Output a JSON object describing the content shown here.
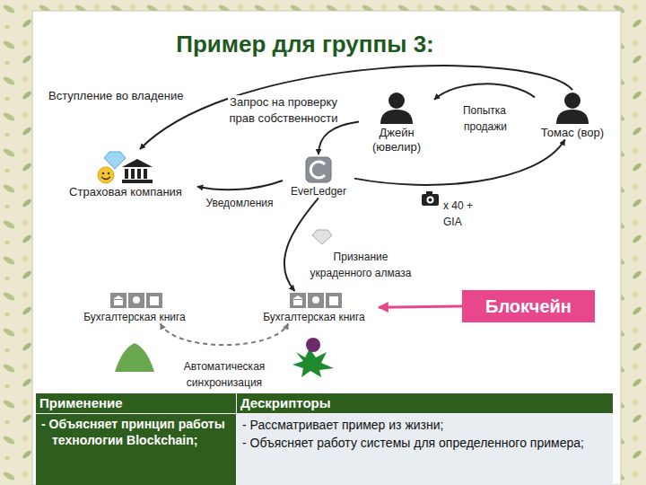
{
  "diagram": {
    "title": "Пример для группы 3:",
    "nodes": [
      {
        "text": [
          "Страховая компания"
        ]
      },
      {
        "text": [
          "Джейн (ювелир)"
        ]
      },
      {
        "text": [
          "Томас (вор)"
        ]
      },
      {
        "text": [
          "EverLedger"
        ]
      },
      {
        "text": [
          "Бухгалтерская книга"
        ]
      },
      {
        "text": [
          "Бухгалтерская книга"
        ]
      },
      {
        "text": [
          "Блокчейн"
        ]
      }
    ],
    "edges": [
      {
        "from": 2,
        "to": 0,
        "label": "Вступление во владение",
        "arrow": "to"
      },
      {
        "from": 1,
        "to": 3,
        "label": "Запрос на проверку прав собственности",
        "arrow": "to"
      },
      {
        "from": 2,
        "to": 1,
        "label": "Попытка продажи",
        "arrow": "to"
      },
      {
        "from": 3,
        "to": 0,
        "label": "Уведомления",
        "arrow": "to"
      },
      {
        "from": 3,
        "to": 2,
        "arrow": "to"
      },
      {
        "from": 3,
        "to": 5,
        "label": "Признание украденного алмаза",
        "arrow": "to"
      },
      {
        "from": 4,
        "to": 5,
        "label": "Автоматическая синхронизация",
        "arrow": "both"
      },
      {
        "from": 6,
        "to": 5,
        "arrow": "to"
      }
    ],
    "labels": [
      "x 40 + GIA",
      "Применение",
      "Дескрипторы",
      "- Объясняет принцип работы технологии Blockchain;",
      "- Рассматривает пример из жизни;",
      "- Объясняет работу системы для определенного примера;"
    ]
  }
}
